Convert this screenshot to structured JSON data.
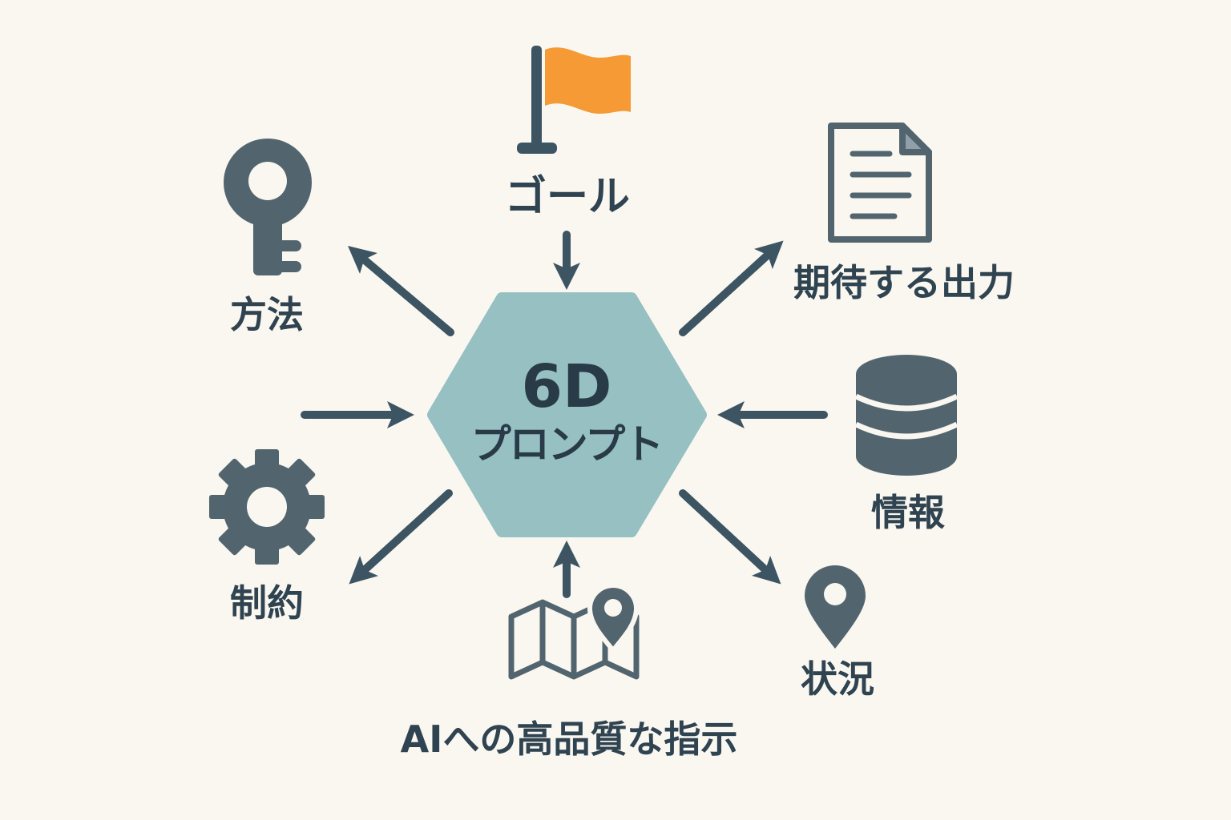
{
  "center": {
    "title": "6D",
    "subtitle": "プロンプト"
  },
  "nodes": {
    "goal": {
      "label": "ゴール",
      "icon": "flag-icon"
    },
    "method": {
      "label": "方法",
      "icon": "key-icon"
    },
    "expected_output": {
      "label": "期待する出力",
      "icon": "document-icon"
    },
    "information": {
      "label": "情報",
      "icon": "database-icon"
    },
    "constraints": {
      "label": "制約",
      "icon": "gear-icon"
    },
    "situation": {
      "label": "状況",
      "icon": "location-pin-icon"
    }
  },
  "footer": {
    "label": "AIへの高品質な指示",
    "icon": "map-icon"
  },
  "colors": {
    "background": "#faf7f1",
    "hexagon": "#96c0c1",
    "icon": "#52656f",
    "arrow": "#3d5462",
    "flag": "#f59a34",
    "text": "#2f4350"
  }
}
